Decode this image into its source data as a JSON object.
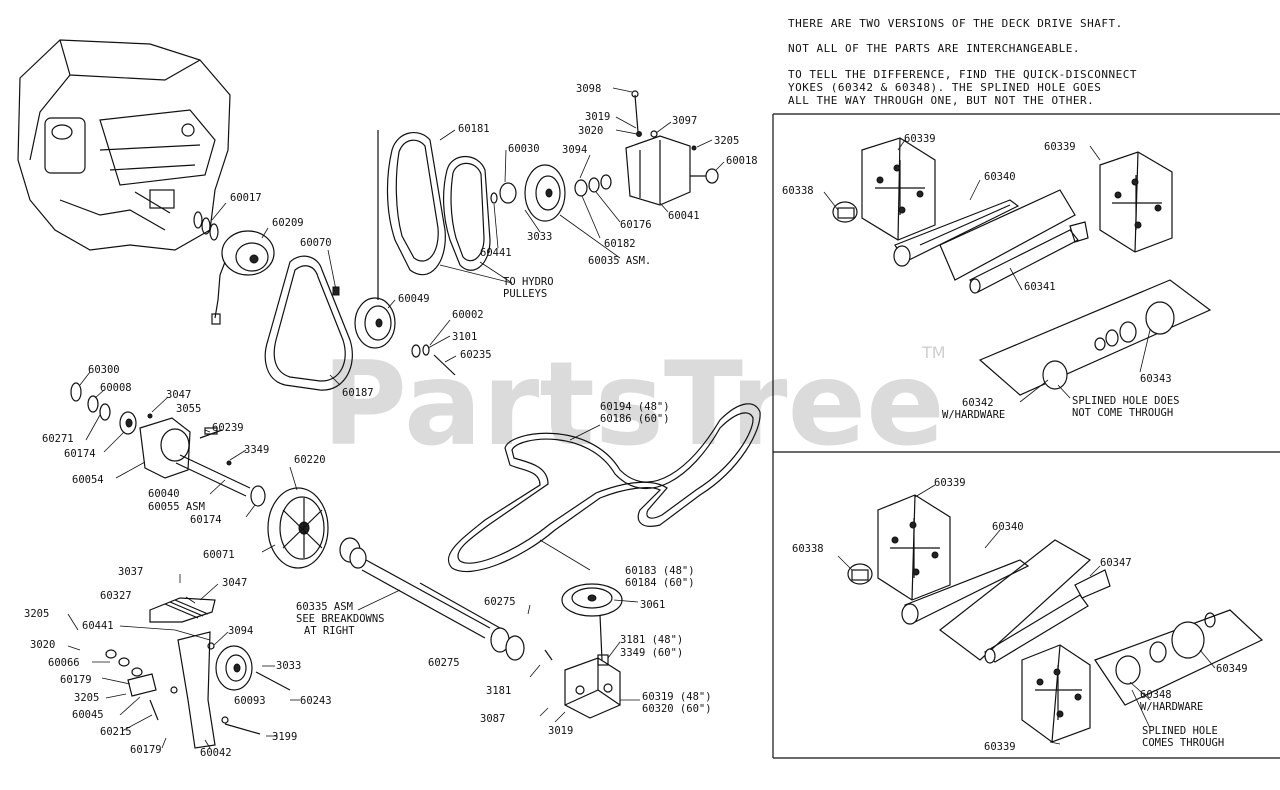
{
  "notes": {
    "line1": "THERE ARE TWO VERSIONS OF THE DECK DRIVE SHAFT.",
    "line2": "NOT ALL OF THE PARTS ARE INTERCHANGEABLE.",
    "line3a": "TO TELL THE DIFFERENCE, FIND THE QUICK-DISCONNECT",
    "line3b": "YOKES (60342 & 60348). THE SPLINED HOLE GOES",
    "line3c": "ALL THE WAY THROUGH ONE, BUT NOT THE OTHER."
  },
  "watermark": {
    "text": "PartsTree",
    "trademark": "TM"
  },
  "labels": {
    "l60017": "60017",
    "l60209": "60209",
    "l60070": "60070",
    "l60181": "60181",
    "l60030": "60030",
    "l3094a": "3094",
    "l3098": "3098",
    "l3019a": "3019",
    "l3020a": "3020",
    "l3097": "3097",
    "l3205a": "3205",
    "l60018": "60018",
    "l60041": "60041",
    "l60176": "60176",
    "l60182": "60182",
    "l3033a": "3033",
    "l60441a": "60441",
    "l60035": "60035 ASM.",
    "l_tohydro1": "TO HYDRO",
    "l_tohydro2": "PULLEYS",
    "l60049": "60049",
    "l60002": "60002",
    "l3101": "3101",
    "l60235": "60235",
    "l60187": "60187",
    "l60300": "60300",
    "l60008": "60008",
    "l3047a": "3047",
    "l3055": "3055",
    "l60239": "60239",
    "l60271": "60271",
    "l60174a": "60174",
    "l3349": "3349",
    "l60220": "60220",
    "l60054": "60054",
    "l60040": "60040",
    "l60055": "60055 ASM",
    "l60174b": "60174",
    "l60071": "60071",
    "l60194": "60194 (48\")",
    "l60186": "60186 (60\")",
    "l3037": "3037",
    "l3047b": "3047",
    "l60327": "60327",
    "l60441b": "60441",
    "l3094b": "3094",
    "l3205b": "3205",
    "l3020b": "3020",
    "l60066": "60066",
    "l60179": "60179",
    "l3205c": "3205",
    "l60045": "60045",
    "l60215": "60215",
    "l60179b": "60179",
    "l60042": "60042",
    "l3199": "3199",
    "l3033b": "3033",
    "l60093": "60093",
    "l60243": "60243",
    "l60335a": "60335 ASM",
    "l60335b": "SEE BREAKDOWNS",
    "l60335c": "AT RIGHT",
    "l60275a": "60275",
    "l60275b": "60275",
    "l3181a": "3181",
    "l60183": "60183 (48\")",
    "l60184": "60184 (60\")",
    "l3061": "3061",
    "l3181b": "3181 (48\")",
    "l3349b": "3349 (60\")",
    "l60319": "60319 (48\")",
    "l60320": "60320 (60\")",
    "l3087": "3087",
    "l3019b": "3019",
    "r_60339a": "60339",
    "r_60339b": "60339",
    "r_60338a": "60338",
    "r_60340a": "60340",
    "r_60341": "60341",
    "r_60343": "60343",
    "r_60342a": "60342",
    "r_60342b": "W/HARDWARE",
    "r_spl1a": "SPLINED HOLE DOES",
    "r_spl1b": "NOT COME THROUGH",
    "r_60339c": "60339",
    "r_60338b": "60338",
    "r_60340b": "60340",
    "r_60347": "60347",
    "r_60349": "60349",
    "r_60348a": "60348",
    "r_60348b": "W/HARDWARE",
    "r_spl2a": "SPLINED HOLE",
    "r_spl2b": "COMES THROUGH",
    "r_60339d": "60339"
  }
}
